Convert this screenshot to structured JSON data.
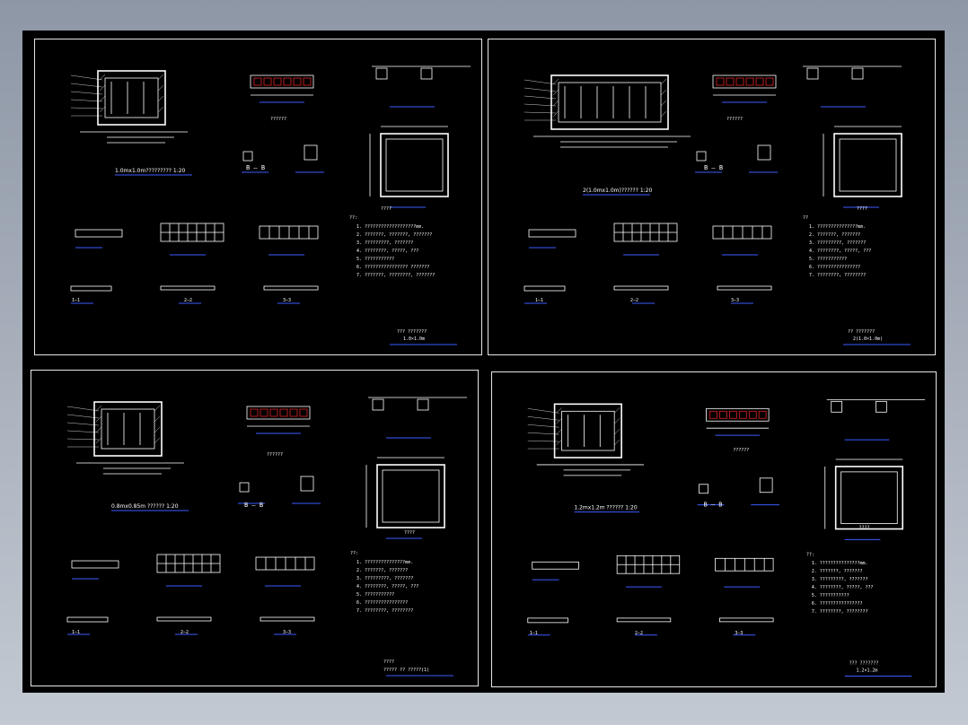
{
  "panels": [
    {
      "id": "top-left",
      "main_title": "1.0mx1.0m????????? 1:20",
      "sheet_name": "??? ???????",
      "sheet_scale": "1.0×1.0m",
      "section_bb": "B — B",
      "rebar_title": "??????",
      "plan_title": "????",
      "notes_head": "??:",
      "notes": [
        "1. ???????????????????mm.",
        "2. ???????, ???????, ???????",
        "3. ?????????, ???????",
        "4. ????????, ?????, ???",
        "5. ???????????",
        "6. ???????????????? ???????",
        "7. ???????, ????????, ???????"
      ],
      "sections": [
        "1—1",
        "2—2",
        "3—3"
      ]
    },
    {
      "id": "top-right",
      "main_title": "2(1.0mx1.0m)?????? 1:20",
      "sheet_name": "?? ???????",
      "sheet_scale": "2(1.0×1.0m)",
      "section_bb": "B — B",
      "rebar_title": "??????",
      "plan_title": "????",
      "notes_head": "??",
      "notes": [
        "1. ???????????????mm.",
        "2. ???????, ???????",
        "3. ?????????, ???????",
        "4. ????????, ?????, ???",
        "5. ???????????",
        "6. ????????????????",
        "7. ????????, ????????"
      ],
      "sections": [
        "1—1",
        "2—2",
        "3—3"
      ]
    },
    {
      "id": "bottom-left",
      "main_title": "0.8mx0.85m ?????? 1:20",
      "sheet_name": "????? ?? ?????(1)",
      "sheet_scale": "????",
      "section_bb": "B — B",
      "rebar_title": "??????",
      "plan_title": "????",
      "notes_head": "??:",
      "notes": [
        "1. ???????????????mm.",
        "2. ???????, ???????",
        "3. ?????????, ???????",
        "4. ????????, ?????, ???",
        "5. ???????????",
        "6. ????????????????",
        "7. ????????, ????????"
      ],
      "sections": [
        "1—1",
        "2—2",
        "3—3"
      ]
    },
    {
      "id": "bottom-right",
      "main_title": "1.2mx1.2m ?????? 1:20",
      "sheet_name": "??? ???????",
      "sheet_scale": "1.2×1.2m",
      "section_bb": "B — B",
      "rebar_title": "??????",
      "plan_title": "????",
      "notes_head": "??:",
      "notes": [
        "1. ???????????????mm.",
        "2. ???????, ???????",
        "3. ?????????, ???????",
        "4. ????????, ?????, ???",
        "5. ???????????",
        "6. ????????????????",
        "7. ????????, ????????"
      ],
      "sections": [
        "1—1",
        "2—2",
        "3—3"
      ]
    }
  ]
}
